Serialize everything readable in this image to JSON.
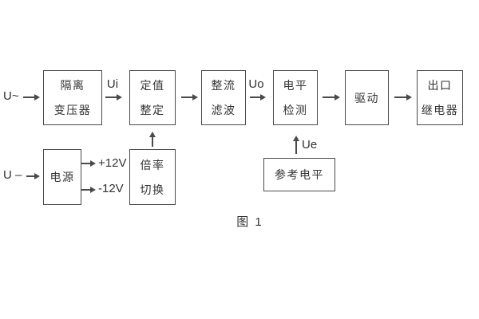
{
  "figure": {
    "caption": "图 1",
    "background": "#ffffff",
    "line_color": "#4a4a4a",
    "text_color": "#333333"
  },
  "inputs": {
    "ac": "U~",
    "dc": "U –"
  },
  "signals": {
    "ui": "Ui",
    "uo": "Uo",
    "ue": "Ue"
  },
  "power_rails": {
    "positive": "+12V",
    "negative": "-12V"
  },
  "blocks": {
    "isolation_transformer": {
      "line1": "隔离",
      "line2": "变压器"
    },
    "setting_adjustment": {
      "line1": "定值",
      "line2": "整定"
    },
    "rectifier_filter": {
      "line1": "整流",
      "line2": "滤波"
    },
    "level_detector": {
      "line1": "电平",
      "line2": "检测"
    },
    "driver": {
      "label": "驱动"
    },
    "output_relay": {
      "line1": "出口",
      "line2": "继电器"
    },
    "power_supply": {
      "label": "电源"
    },
    "ratio_switch": {
      "line1": "倍率",
      "line2": "切换"
    },
    "reference_level": {
      "label": "参考电平"
    }
  }
}
